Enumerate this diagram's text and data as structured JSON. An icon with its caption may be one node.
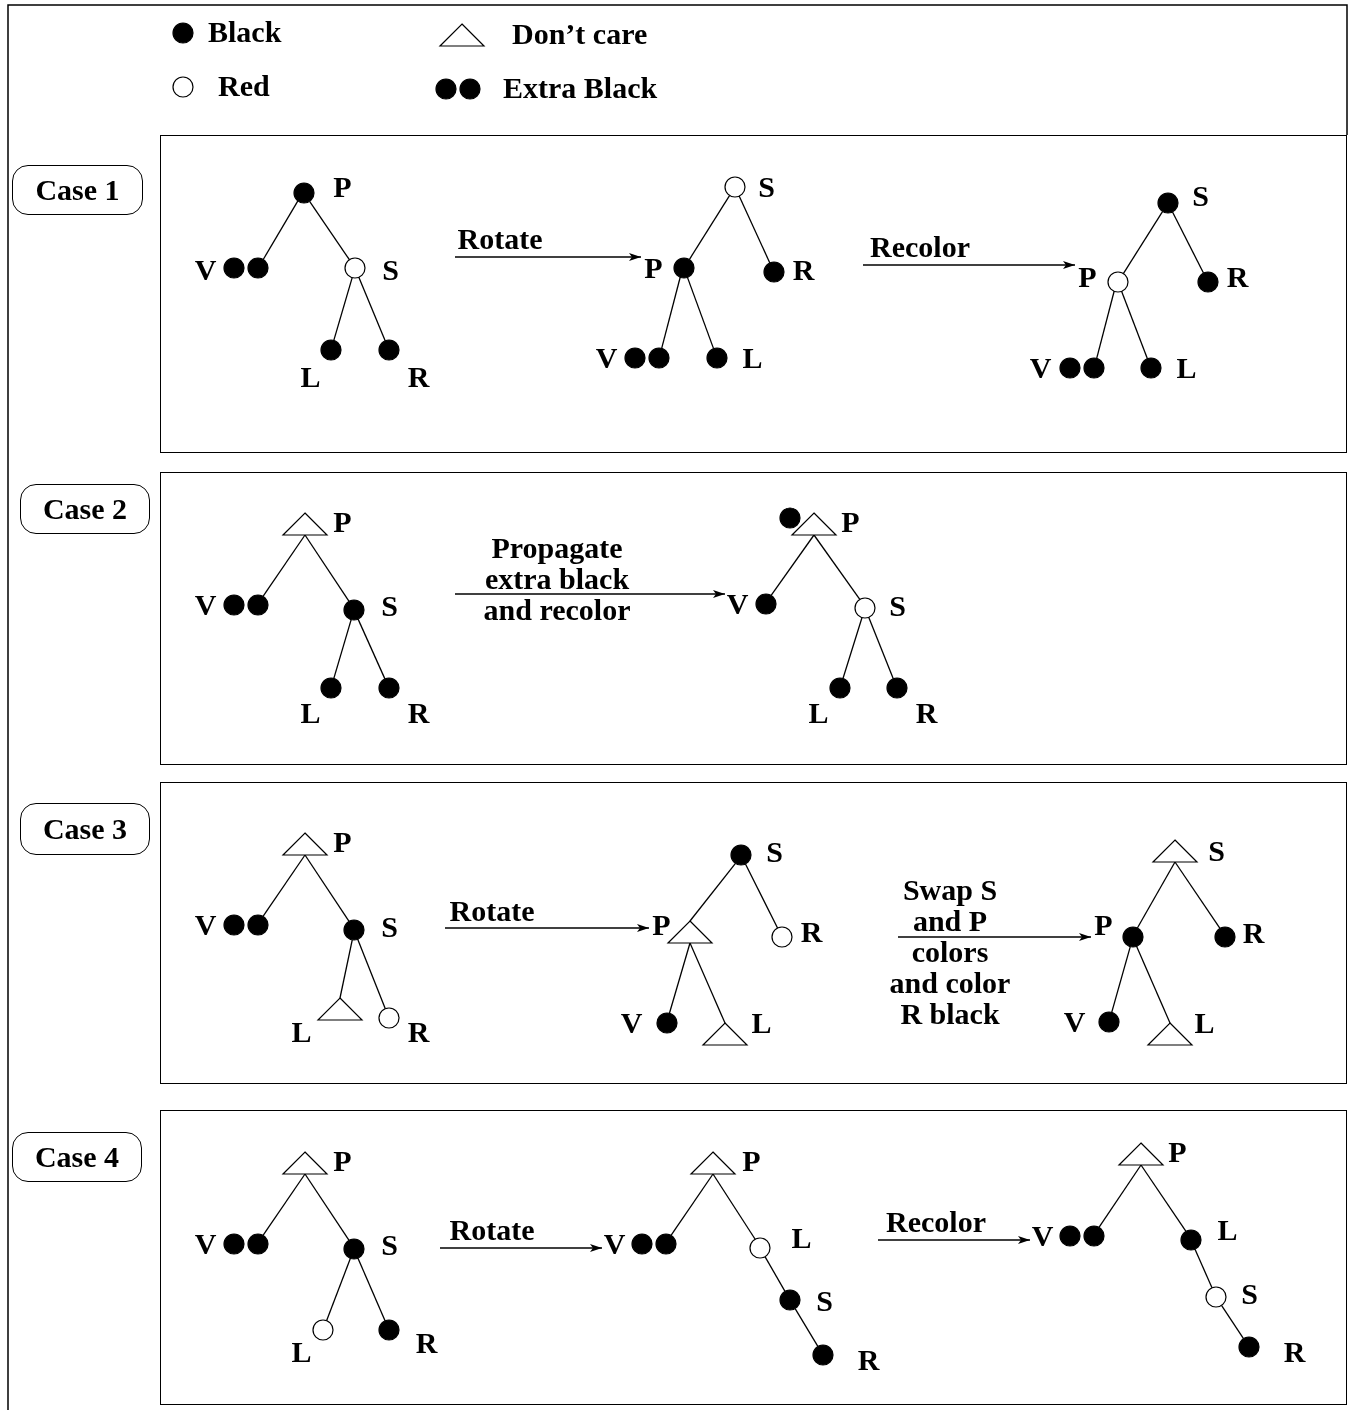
{
  "diagram": {
    "nodes": [
      {
        "text": [
          "Case 1"
        ]
      },
      {
        "text": [],
        "shape": "box"
      },
      {
        "text": [],
        "shape": "dot",
        "beside": [
          "P"
        ],
        "in": 1
      },
      {
        "text": [],
        "shape": "dots",
        "beside": [
          "V"
        ],
        "in": 1
      },
      {
        "text": [],
        "shape": "circle",
        "beside": [
          "S"
        ],
        "in": 1
      },
      {
        "text": [],
        "shape": "dot",
        "beside": [
          "L"
        ],
        "in": 1
      },
      {
        "text": [],
        "shape": "dot",
        "beside": [
          "R"
        ],
        "in": 1
      },
      {
        "text": [],
        "shape": "circle",
        "beside": [
          "S"
        ],
        "in": 1
      },
      {
        "text": [],
        "shape": "dot",
        "beside": [
          "P"
        ],
        "in": 1
      },
      {
        "text": [],
        "shape": "dot",
        "beside": [
          "R"
        ],
        "in": 1
      },
      {
        "text": [],
        "shape": "dots",
        "beside": [
          "V"
        ],
        "in": 1
      },
      {
        "text": [],
        "shape": "dot",
        "beside": [
          "L"
        ],
        "in": 1
      },
      {
        "text": [],
        "shape": "dot",
        "beside": [
          "S"
        ],
        "in": 1
      },
      {
        "text": [],
        "shape": "circle",
        "beside": [
          "P"
        ],
        "in": 1
      },
      {
        "text": [],
        "shape": "dot",
        "beside": [
          "R"
        ],
        "in": 1
      },
      {
        "text": [],
        "shape": "dots",
        "beside": [
          "V"
        ],
        "in": 1
      },
      {
        "text": [],
        "shape": "dot",
        "beside": [
          "L"
        ],
        "in": 1
      },
      {
        "text": [
          "Case 2"
        ]
      },
      {
        "text": [],
        "shape": "box"
      },
      {
        "text": [],
        "shape": "triangle",
        "beside": [
          "P"
        ],
        "in": 18
      },
      {
        "text": [],
        "shape": "dots",
        "beside": [
          "V"
        ],
        "in": 18
      },
      {
        "text": [],
        "shape": "dot",
        "beside": [
          "S"
        ],
        "in": 18
      },
      {
        "text": [],
        "shape": "dot",
        "beside": [
          "L"
        ],
        "in": 18
      },
      {
        "text": [],
        "shape": "dot",
        "beside": [
          "R"
        ],
        "in": 18
      },
      {
        "text": [],
        "shape": "dot",
        "in": 18
      },
      {
        "text": [],
        "shape": "triangle",
        "beside": [
          "P"
        ],
        "in": 18
      },
      {
        "text": [],
        "shape": "dot",
        "beside": [
          "V"
        ],
        "in": 18
      },
      {
        "text": [],
        "shape": "circle",
        "beside": [
          "S"
        ],
        "in": 18
      },
      {
        "text": [],
        "shape": "dot",
        "beside": [
          "L"
        ],
        "in": 18
      },
      {
        "text": [],
        "shape": "dot",
        "beside": [
          "R"
        ],
        "in": 18
      },
      {
        "text": [
          "Case 3"
        ]
      },
      {
        "text": [],
        "shape": "box"
      },
      {
        "text": [],
        "shape": "triangle",
        "beside": [
          "P"
        ],
        "in": 31
      },
      {
        "text": [],
        "shape": "dots",
        "beside": [
          "V"
        ],
        "in": 31
      },
      {
        "text": [],
        "shape": "dot",
        "beside": [
          "S"
        ],
        "in": 31
      },
      {
        "text": [],
        "shape": "triangle",
        "beside": [
          "L"
        ],
        "in": 31
      },
      {
        "text": [],
        "shape": "circle",
        "beside": [
          "R"
        ],
        "in": 31
      },
      {
        "text": [],
        "shape": "dot",
        "beside": [
          "S"
        ],
        "in": 31
      },
      {
        "text": [],
        "shape": "triangle",
        "beside": [
          "P"
        ],
        "in": 31
      },
      {
        "text": [],
        "shape": "circle",
        "beside": [
          "R"
        ],
        "in": 31
      },
      {
        "text": [],
        "shape": "dot",
        "beside": [
          "V"
        ],
        "in": 31
      },
      {
        "text": [],
        "shape": "triangle",
        "beside": [
          "L"
        ],
        "in": 31
      },
      {
        "text": [],
        "shape": "triangle",
        "beside": [
          "S"
        ],
        "in": 31
      },
      {
        "text": [],
        "shape": "dot",
        "beside": [
          "P"
        ],
        "in": 31
      },
      {
        "text": [],
        "shape": "dot",
        "beside": [
          "R"
        ],
        "in": 31
      },
      {
        "text": [],
        "shape": "dot",
        "beside": [
          "V"
        ],
        "in": 31
      },
      {
        "text": [],
        "shape": "triangle",
        "beside": [
          "L"
        ],
        "in": 31
      },
      {
        "text": [
          "Case 4"
        ]
      },
      {
        "text": [],
        "shape": "box"
      },
      {
        "text": [],
        "shape": "triangle",
        "beside": [
          "P"
        ],
        "in": 48
      },
      {
        "text": [],
        "shape": "dots",
        "beside": [
          "V"
        ],
        "in": 48
      },
      {
        "text": [],
        "shape": "dot",
        "beside": [
          "S"
        ],
        "in": 48
      },
      {
        "text": [],
        "shape": "circle",
        "beside": [
          "L"
        ],
        "in": 48
      },
      {
        "text": [],
        "shape": "dot",
        "beside": [
          "R"
        ],
        "in": 48
      },
      {
        "text": [],
        "shape": "triangle",
        "beside": [
          "P"
        ],
        "in": 48
      },
      {
        "text": [],
        "shape": "dots",
        "beside": [
          "V"
        ],
        "in": 48
      },
      {
        "text": [],
        "shape": "circle",
        "beside": [
          "L"
        ],
        "in": 48
      },
      {
        "text": [],
        "shape": "dot",
        "beside": [
          "S"
        ],
        "in": 48
      },
      {
        "text": [],
        "shape": "dot",
        "beside": [
          "R"
        ],
        "in": 48
      },
      {
        "text": [],
        "shape": "triangle",
        "beside": [
          "P"
        ],
        "in": 48
      },
      {
        "text": [],
        "shape": "dots",
        "beside": [
          "V"
        ],
        "in": 48
      },
      {
        "text": [],
        "shape": "dot",
        "beside": [
          "L"
        ],
        "in": 48
      },
      {
        "text": [],
        "shape": "circle",
        "beside": [
          "S"
        ],
        "in": 48
      },
      {
        "text": [],
        "shape": "dot",
        "beside": [
          "R"
        ],
        "in": 48
      }
    ],
    "edges": [
      {
        "from": 2,
        "to": 3,
        "arrow": "none"
      },
      {
        "from": 2,
        "to": 4,
        "arrow": "none"
      },
      {
        "from": 4,
        "to": 5,
        "arrow": "none"
      },
      {
        "from": 4,
        "to": 6,
        "arrow": "none"
      },
      {
        "from": null,
        "to": 8,
        "arrow": "to",
        "label": "Rotate"
      },
      {
        "from": 7,
        "to": 8,
        "arrow": "none"
      },
      {
        "from": 7,
        "to": 9,
        "arrow": "none"
      },
      {
        "from": 8,
        "to": 10,
        "arrow": "none"
      },
      {
        "from": 8,
        "to": 11,
        "arrow": "none"
      },
      {
        "from": null,
        "to": 13,
        "arrow": "to",
        "label": "Recolor"
      },
      {
        "from": 12,
        "to": 13,
        "arrow": "none"
      },
      {
        "from": 12,
        "to": 14,
        "arrow": "none"
      },
      {
        "from": 13,
        "to": 15,
        "arrow": "none"
      },
      {
        "from": 13,
        "to": 16,
        "arrow": "none"
      },
      {
        "from": 19,
        "to": 20,
        "arrow": "none"
      },
      {
        "from": 19,
        "to": 21,
        "arrow": "none"
      },
      {
        "from": 21,
        "to": 22,
        "arrow": "none"
      },
      {
        "from": 21,
        "to": 23,
        "arrow": "none"
      },
      {
        "from": null,
        "to": 26,
        "arrow": "to",
        "label": "Propagate extra black and recolor"
      },
      {
        "from": 25,
        "to": 26,
        "arrow": "none"
      },
      {
        "from": 25,
        "to": 27,
        "arrow": "none"
      },
      {
        "from": 27,
        "to": 28,
        "arrow": "none"
      },
      {
        "from": 27,
        "to": 29,
        "arrow": "none"
      },
      {
        "from": 32,
        "to": 33,
        "arrow": "none"
      },
      {
        "from": 32,
        "to": 34,
        "arrow": "none"
      },
      {
        "from": 34,
        "to": 35,
        "arrow": "none"
      },
      {
        "from": 34,
        "to": 36,
        "arrow": "none"
      },
      {
        "from": null,
        "to": 38,
        "arrow": "to",
        "label": "Rotate"
      },
      {
        "from": 37,
        "to": 38,
        "arrow": "none"
      },
      {
        "from": 37,
        "to": 39,
        "arrow": "none"
      },
      {
        "from": 38,
        "to": 40,
        "arrow": "none"
      },
      {
        "from": 38,
        "to": 41,
        "arrow": "none"
      },
      {
        "from": null,
        "to": 43,
        "arrow": "to",
        "label": "Swap S and P colors and color R black"
      },
      {
        "from": 42,
        "to": 43,
        "arrow": "none"
      },
      {
        "from": 42,
        "to": 44,
        "arrow": "none"
      },
      {
        "from": 43,
        "to": 45,
        "arrow": "none"
      },
      {
        "from": 43,
        "to": 46,
        "arrow": "none"
      },
      {
        "from": 49,
        "to": 50,
        "arrow": "none"
      },
      {
        "from": 49,
        "to": 51,
        "arrow": "none"
      },
      {
        "from": 51,
        "to": 52,
        "arrow": "none"
      },
      {
        "from": 51,
        "to": 53,
        "arrow": "none"
      },
      {
        "from": null,
        "to": 55,
        "arrow": "to",
        "label": "Rotate"
      },
      {
        "from": 54,
        "to": 55,
        "arrow": "none"
      },
      {
        "from": 54,
        "to": 56,
        "arrow": "none"
      },
      {
        "from": 56,
        "to": 57,
        "arrow": "none"
      },
      {
        "from": 57,
        "to": 58,
        "arrow": "none"
      },
      {
        "from": null,
        "to": 60,
        "arrow": "to",
        "label": "Recolor"
      },
      {
        "from": 59,
        "to": 60,
        "arrow": "none"
      },
      {
        "from": 59,
        "to": 61,
        "arrow": "none"
      },
      {
        "from": 61,
        "to": 62,
        "arrow": "none"
      },
      {
        "from": 62,
        "to": 63,
        "arrow": "none"
      }
    ],
    "legend": [
      {
        "text": "Black"
      },
      {
        "text": "Don’t care"
      },
      {
        "text": "Red"
      },
      {
        "text": "Extra Black"
      }
    ]
  }
}
